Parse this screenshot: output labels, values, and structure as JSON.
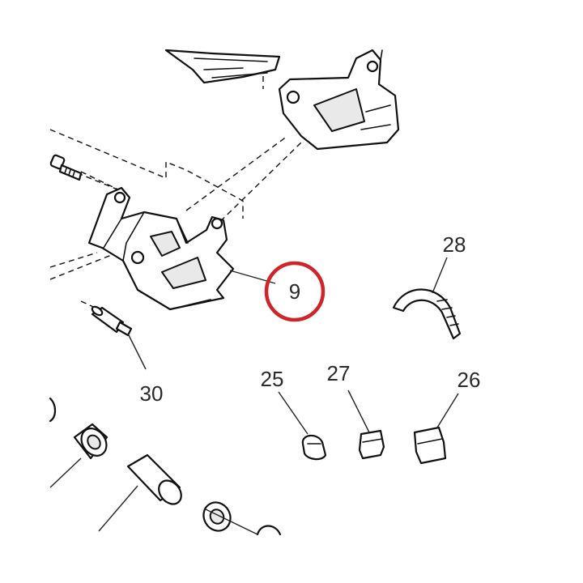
{
  "callouts": {
    "p9": "9",
    "p25": "25",
    "p26": "26",
    "p27": "27",
    "p28": "28",
    "p30": "30"
  },
  "highlight": {
    "target": "9",
    "color": "#d0242b"
  }
}
